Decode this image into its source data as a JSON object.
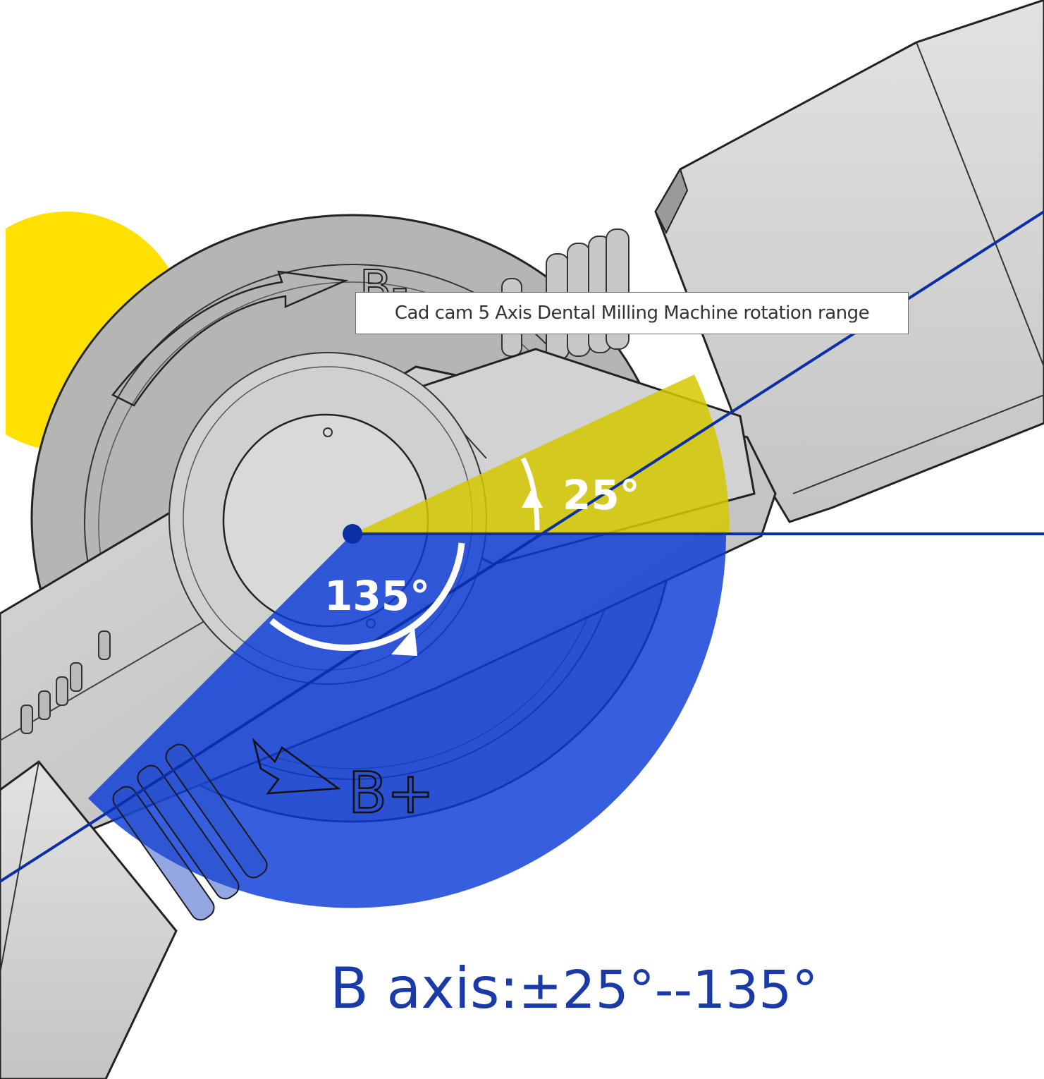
{
  "tooltip": {
    "text": "Cad cam 5 Axis Dental Milling Machine rotation range"
  },
  "labels": {
    "b_minus": "B-",
    "b_plus": "B+",
    "angle_small": "25°",
    "angle_large": "135°"
  },
  "caption": {
    "prefix": "B axis:",
    "range": "±25°--135°"
  },
  "rotation": {
    "upper_degrees": 25,
    "lower_degrees": 135
  },
  "colors": {
    "yellow_sector": "#d4c800",
    "yellow_blob": "#ffe000",
    "blue_sector": "#0a3ad8",
    "axis_line": "#0b2fa6",
    "caption": "#1a3aa8",
    "machine_body": "#c9c9c9",
    "outline": "#2a2a2a"
  }
}
